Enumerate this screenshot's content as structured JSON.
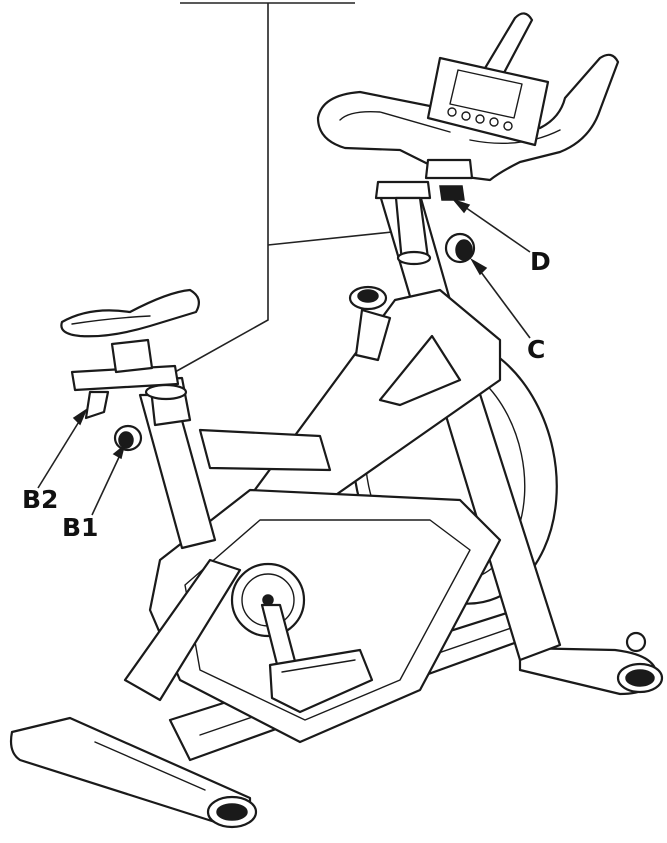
{
  "callouts": {
    "b2": "B2",
    "b1": "B1",
    "c": "C",
    "d": "D"
  },
  "colors": {
    "ink": "#1a1a1a",
    "background": "#ffffff"
  }
}
